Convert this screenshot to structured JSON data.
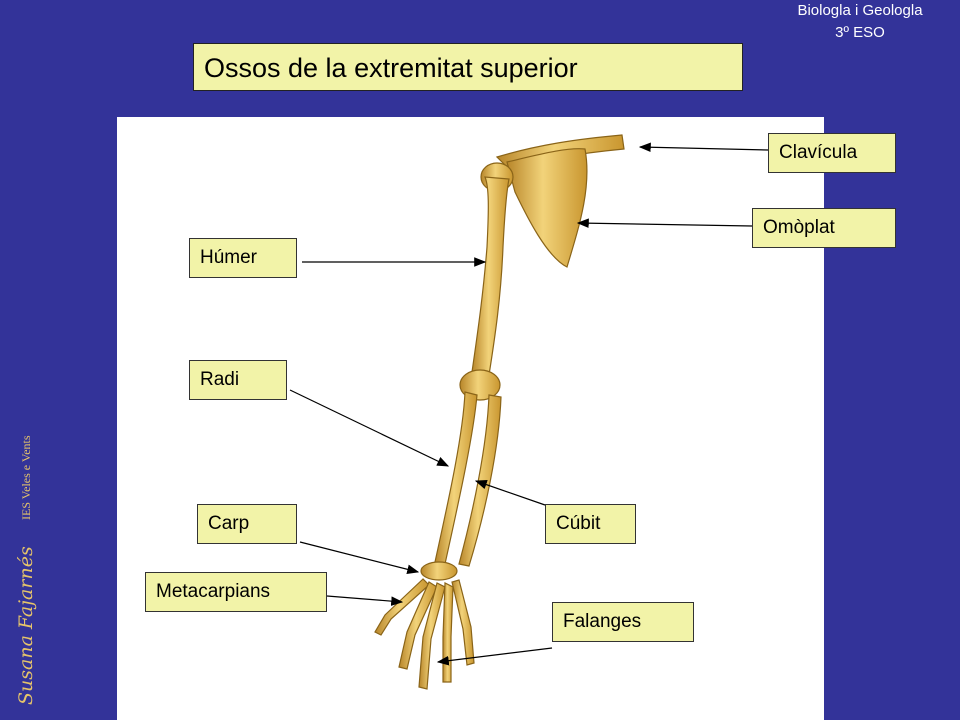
{
  "header": {
    "subject": "Biologla i Geologla",
    "course": "3º ESO"
  },
  "slide": {
    "title": "Ossos de la extremitat superior"
  },
  "labels": {
    "clavicula": "Clavícula",
    "omoplat": "Omòplat",
    "humer": "Húmer",
    "radi": "Radi",
    "carp": "Carp",
    "cubit": "Cúbit",
    "metacarpians": "Metacarpians",
    "falanges": "Falanges"
  },
  "credits": {
    "author": "Susana Fajarnés",
    "school": "IES Veles e Vents"
  },
  "colors": {
    "background": "#333399",
    "label_fill": "#f2f3a8",
    "bone": "#e8c45a"
  }
}
